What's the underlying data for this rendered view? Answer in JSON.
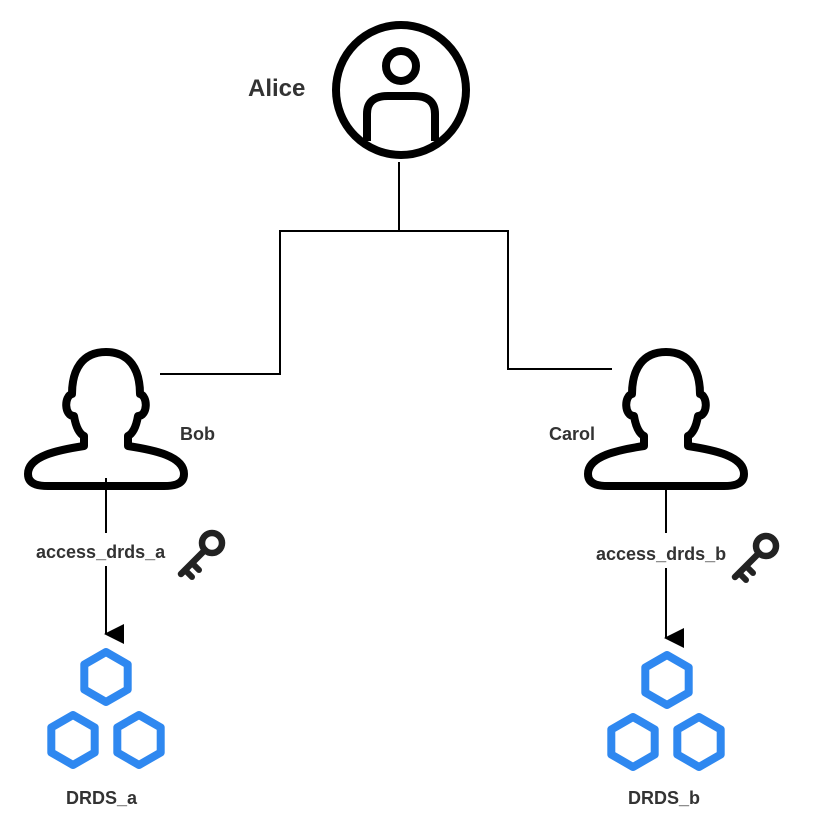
{
  "nodes": {
    "alice": {
      "label": "Alice",
      "icon": "user-circle-icon"
    },
    "bob": {
      "label": "Bob",
      "icon": "user-outline-icon"
    },
    "carol": {
      "label": "Carol",
      "icon": "user-outline-icon"
    }
  },
  "edges": {
    "bob_access": {
      "label": "access_drds_a",
      "icon": "key-icon"
    },
    "carol_access": {
      "label": "access_drds_b",
      "icon": "key-icon"
    }
  },
  "resources": {
    "drds_a": {
      "label": "DRDS_a",
      "icon": "hexagon-cluster-icon"
    },
    "drds_b": {
      "label": "DRDS_b",
      "icon": "hexagon-cluster-icon"
    }
  },
  "colors": {
    "line": "#000000",
    "text": "#333333",
    "hexagon": "#2f88f0",
    "key": "#222222"
  }
}
